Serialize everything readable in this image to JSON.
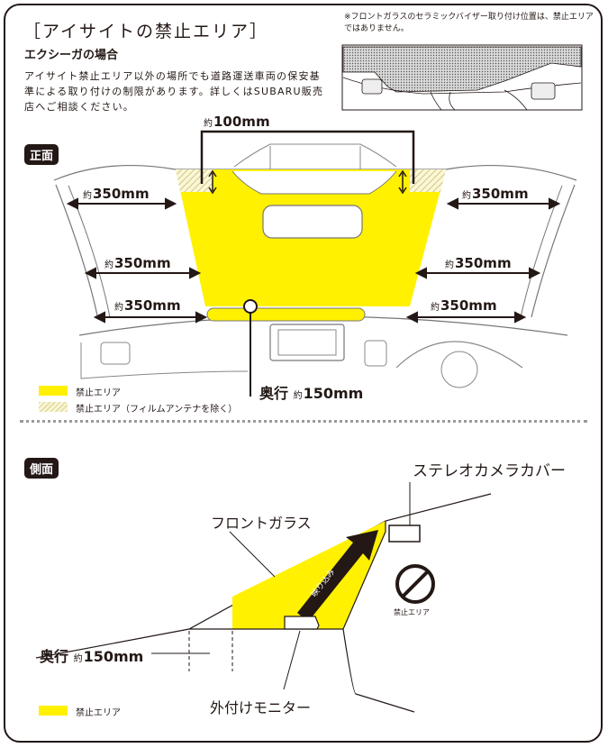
{
  "header": {
    "title": "［アイサイトの禁止エリア］",
    "subtitle": "エクシーガの場合",
    "description": "アイサイト禁止エリア以外の場所でも道路運送車両の保安基準による取り付けの制限があります。詳しくはSUBARU販売店へご相談ください。",
    "note": "※フロントガラスのセラミックバイザー取り付け位置は、禁止エリアではありません。"
  },
  "front": {
    "tag": "正面",
    "approx": "約",
    "top_width": "100mm",
    "side_value": "350mm",
    "depth_label": "奥行",
    "depth_value": "150mm",
    "legend_yellow": "禁止エリア",
    "legend_hatched": "禁止エリア（フィルムアンテナを除く）"
  },
  "side": {
    "tag": "側面",
    "stereo_camera_cover": "ステレオカメラカバー",
    "front_glass": "フロントガラス",
    "reflection": "映り込み",
    "prohibited_small": "禁止エリア",
    "depth_label": "奥行",
    "approx": "約",
    "depth_value": "150mm",
    "external_monitor": "外付けモニター",
    "legend_yellow": "禁止エリア"
  },
  "colors": {
    "prohibited_yellow": "#fff100",
    "line": "#231815"
  }
}
